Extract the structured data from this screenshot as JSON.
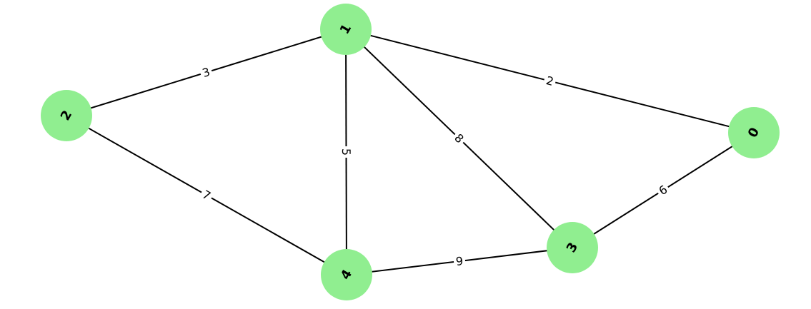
{
  "graph": {
    "node_color": "#90ee90",
    "edge_color": "#000000",
    "nodes": [
      {
        "id": "0",
        "label": "0"
      },
      {
        "id": "1",
        "label": "1"
      },
      {
        "id": "2",
        "label": "2"
      },
      {
        "id": "3",
        "label": "3"
      },
      {
        "id": "4",
        "label": "4"
      }
    ],
    "edges": [
      {
        "source": "1",
        "target": "2",
        "weight": "3"
      },
      {
        "source": "1",
        "target": "0",
        "weight": "2"
      },
      {
        "source": "1",
        "target": "4",
        "weight": "5"
      },
      {
        "source": "1",
        "target": "3",
        "weight": "8"
      },
      {
        "source": "0",
        "target": "3",
        "weight": "6"
      },
      {
        "source": "2",
        "target": "4",
        "weight": "7"
      },
      {
        "source": "4",
        "target": "3",
        "weight": "9"
      }
    ]
  }
}
